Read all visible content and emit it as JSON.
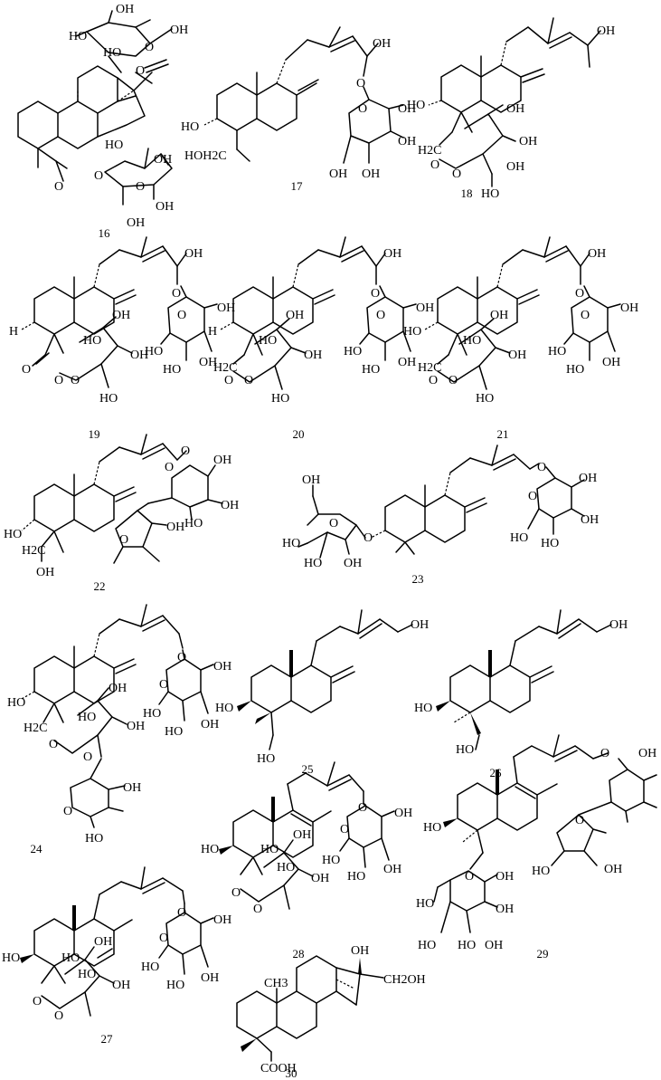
{
  "compounds": [
    {
      "number": "16",
      "labels": [
        "HO",
        "OH",
        "HO",
        "O",
        "OH",
        "O",
        "O",
        "HO",
        "O",
        "O",
        "OH",
        "OH",
        "OH"
      ]
    },
    {
      "number": "17",
      "labels": [
        "OH",
        "O",
        "HO",
        "HOH2C",
        "O",
        "OH",
        "OH",
        "OH",
        "OH"
      ]
    },
    {
      "number": "18",
      "labels": [
        "OH",
        "HO",
        "H2C",
        "OH",
        "OH",
        "OH",
        "O",
        "O",
        "HO"
      ]
    },
    {
      "number": "19",
      "labels": [
        "OH",
        "O",
        "H",
        "O",
        "O",
        "HO",
        "OH",
        "OH",
        "O",
        "HO",
        "O",
        "HO",
        "OH",
        "HO",
        "OH"
      ]
    },
    {
      "number": "20",
      "labels": [
        "OH",
        "O",
        "H",
        "H2C",
        "HO",
        "OH",
        "OH",
        "O",
        "O",
        "HO",
        "O",
        "HO",
        "OH",
        "HO",
        "OH"
      ]
    },
    {
      "number": "21",
      "labels": [
        "OH",
        "O",
        "HO",
        "H2C",
        "HO",
        "OH",
        "OH",
        "O",
        "O",
        "HO",
        "O",
        "HO",
        "OH",
        "HO",
        "OH"
      ]
    },
    {
      "number": "22",
      "labels": [
        "O",
        "OH",
        "HO",
        "H2C",
        "O",
        "OH",
        "HO",
        "O",
        "OH",
        "OH"
      ]
    },
    {
      "number": "23",
      "labels": [
        "OH",
        "O",
        "HO",
        "HO",
        "OH",
        "O",
        "O",
        "OH",
        "O",
        "HO",
        "HO",
        "OH"
      ]
    },
    {
      "number": "24",
      "labels": [
        "O",
        "HO",
        "H2C",
        "HO",
        "OH",
        "O",
        "O",
        "HO",
        "OH",
        "HO",
        "OH",
        "OH",
        "O",
        "O",
        "HO",
        "OH"
      ]
    },
    {
      "number": "25",
      "labels": [
        "OH",
        "HO",
        "HO"
      ]
    },
    {
      "number": "26",
      "labels": [
        "OH",
        "HO",
        "HO"
      ]
    },
    {
      "number": "27",
      "labels": [
        "HO",
        "HO",
        "O",
        "HO",
        "OH",
        "O",
        "OH",
        "O",
        "HO",
        "OH",
        "HO",
        "OH",
        "O"
      ]
    },
    {
      "number": "28",
      "labels": [
        "HO",
        "HO",
        "O",
        "HO",
        "OH",
        "O",
        "OH",
        "O",
        "HO",
        "OH",
        "HO",
        "OH",
        "O"
      ]
    },
    {
      "number": "29",
      "labels": [
        "HO",
        "O",
        "O",
        "OH",
        "HO",
        "OH",
        "HO",
        "OH",
        "HO",
        "OH",
        "OH",
        "O",
        "HO"
      ]
    },
    {
      "number": "30",
      "labels": [
        "OH",
        "CH3",
        "CH2OH",
        "COOH"
      ]
    }
  ]
}
